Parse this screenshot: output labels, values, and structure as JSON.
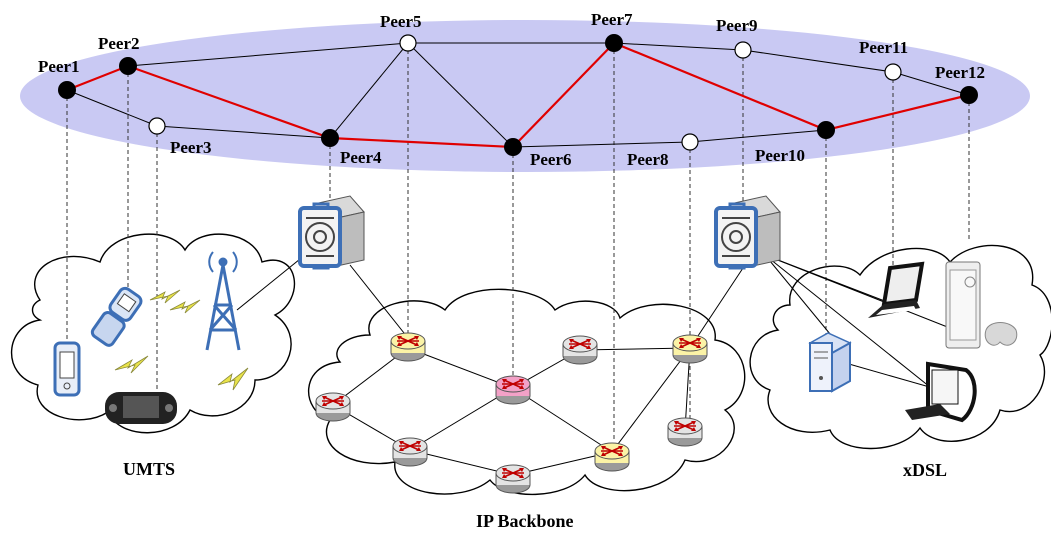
{
  "overlay": {
    "peers": [
      {
        "label": "Peer1",
        "state": "black"
      },
      {
        "label": "Peer2",
        "state": "black"
      },
      {
        "label": "Peer3",
        "state": "white"
      },
      {
        "label": "Peer4",
        "state": "black"
      },
      {
        "label": "Peer5",
        "state": "white"
      },
      {
        "label": "Peer6",
        "state": "black"
      },
      {
        "label": "Peer7",
        "state": "black"
      },
      {
        "label": "Peer8",
        "state": "white"
      },
      {
        "label": "Peer9",
        "state": "white"
      },
      {
        "label": "Peer10",
        "state": "black"
      },
      {
        "label": "Peer11",
        "state": "white"
      },
      {
        "label": "Peer12",
        "state": "black"
      }
    ],
    "ring_color": "#c9c9f3",
    "highlight_color": "#e00000"
  },
  "groups": {
    "umts": "UMTS",
    "backbone": "IP Backbone",
    "xdsl": "xDSL"
  },
  "router_colors": {
    "gray": "#e4e4e4",
    "yellow": "#fbf3a6",
    "pink": "#f3a1c7"
  }
}
